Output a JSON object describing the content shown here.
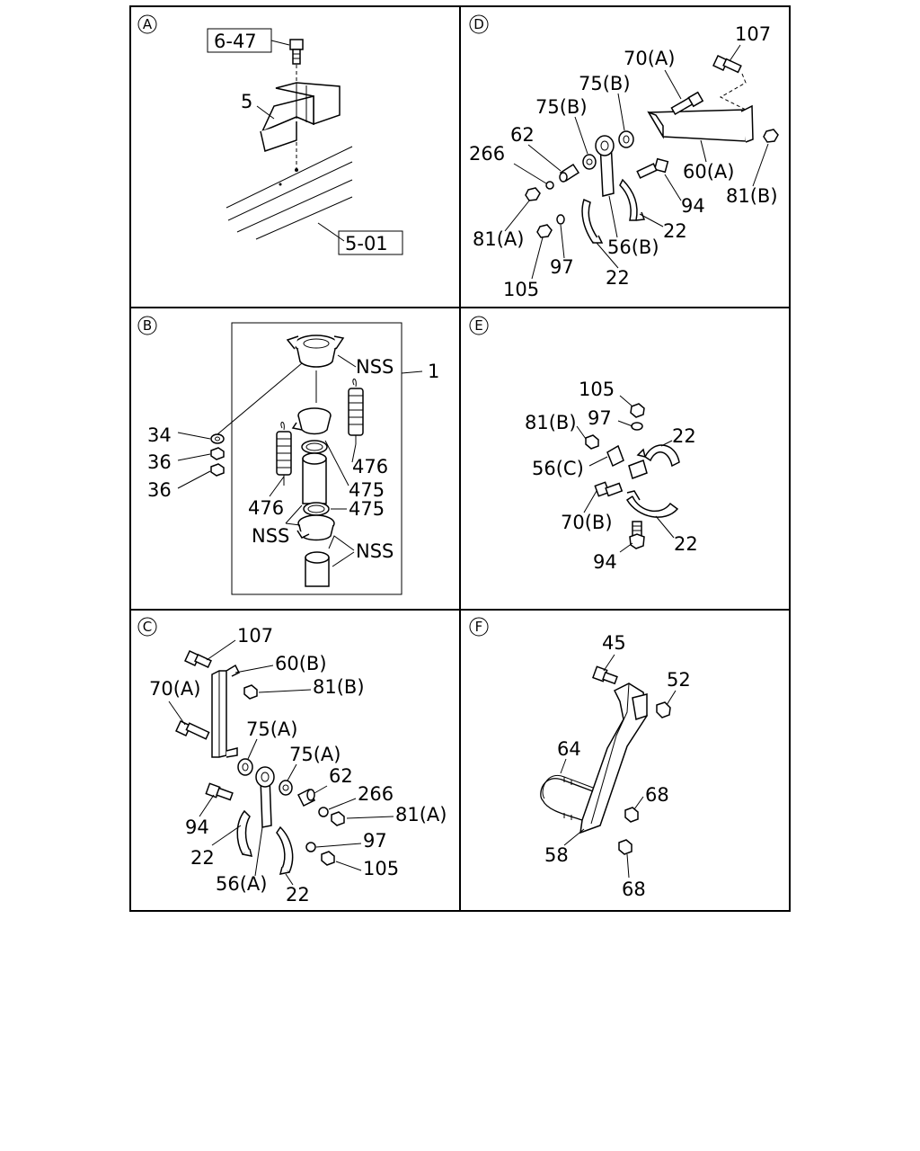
{
  "panels": {
    "a": {
      "tag": "A",
      "ref_top": "6-47",
      "ref_bottom": "5-01",
      "labels": [
        "5"
      ]
    },
    "b": {
      "tag": "B",
      "labels": [
        "NSS",
        "1",
        "34",
        "36",
        "36",
        "476",
        "475",
        "476",
        "475",
        "NSS",
        "NSS"
      ]
    },
    "c": {
      "tag": "C",
      "labels": [
        "107",
        "60(B)",
        "70(A)",
        "81(B)",
        "75(A)",
        "75(A)",
        "62",
        "266",
        "94",
        "81(A)",
        "97",
        "22",
        "56(A)",
        "105",
        "22"
      ]
    },
    "d": {
      "tag": "D",
      "labels": [
        "107",
        "70(A)",
        "75(B)",
        "75(B)",
        "62",
        "266",
        "60(A)",
        "94",
        "81(B)",
        "22",
        "81(A)",
        "56(B)",
        "97",
        "22",
        "105"
      ]
    },
    "e": {
      "tag": "E",
      "labels": [
        "105",
        "81(B)",
        "97",
        "22",
        "56(C)",
        "70(B)",
        "22",
        "94"
      ]
    },
    "f": {
      "tag": "F",
      "labels": [
        "45",
        "52",
        "64",
        "68",
        "58",
        "68"
      ]
    }
  }
}
